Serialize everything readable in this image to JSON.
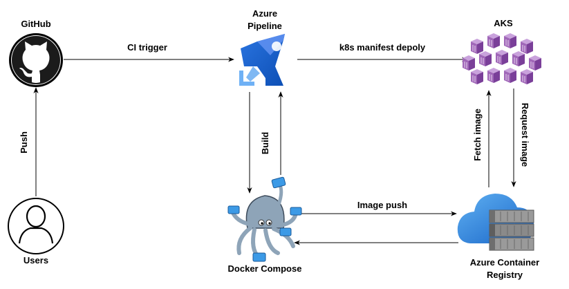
{
  "nodes": {
    "github": {
      "label": "GitHub",
      "icon": "github-octocat-icon"
    },
    "pipeline": {
      "label_line1": "Azure",
      "label_line2": "Pipeline",
      "icon": "azure-pipelines-icon"
    },
    "aks": {
      "label": "AKS",
      "icon": "aks-cubes-icon"
    },
    "users": {
      "label": "Users",
      "icon": "user-avatar-icon"
    },
    "compose": {
      "label": "Docker Compose",
      "icon": "docker-compose-octopus-icon"
    },
    "acr": {
      "label_line1": "Azure Container",
      "label_line2": "Registry",
      "icon": "container-registry-icon"
    }
  },
  "edges": {
    "ci_trigger": "CI trigger",
    "k8s_deploy": "k8s manifest depoly",
    "push": "Push",
    "build": "Build",
    "fetch_image": "Fetch image",
    "request_image": "Request image",
    "image_push": "Image push"
  },
  "colors": {
    "line": "#000000",
    "azure_blue": "#1e63d2",
    "aks_purple": "#a067b8",
    "compose_grey": "#8ea4b8",
    "compose_blue": "#3c9ae6",
    "cloud_blue": "#2f8be0",
    "registry_grey": "#7d7d7d"
  }
}
